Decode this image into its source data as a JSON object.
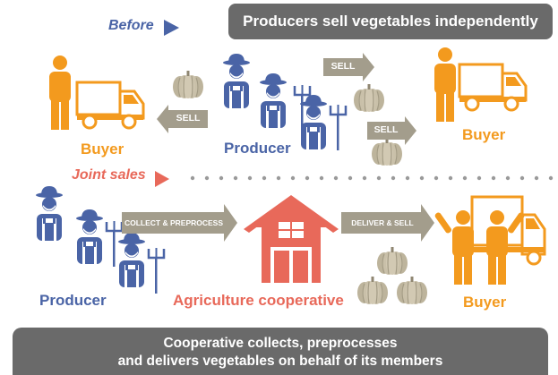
{
  "before": {
    "label": "Before",
    "banner": "Producers sell vegetables independently",
    "buyer_left": "Buyer",
    "buyer_right": "Buyer",
    "producer": "Producer",
    "sell_top": "SELL",
    "sell_left": "SELL",
    "sell_bottom": "SELL"
  },
  "joint": {
    "label": "Joint sales",
    "producer": "Producer",
    "collect": "COLLECT & PREPROCESS",
    "coop": "Agriculture cooperative",
    "deliver": "DELIVER & SELL",
    "buyer": "Buyer",
    "banner_line1": "Cooperative collects, preprocesses",
    "banner_line2": "and delivers vegetables on behalf of its members"
  },
  "colors": {
    "buyer": "#f39a1e",
    "producer": "#4a64a6",
    "coop": "#e8695a",
    "arrow": "#a39d8c",
    "pumpkin": "#bdb49c",
    "banner": "#6a6a6a"
  }
}
